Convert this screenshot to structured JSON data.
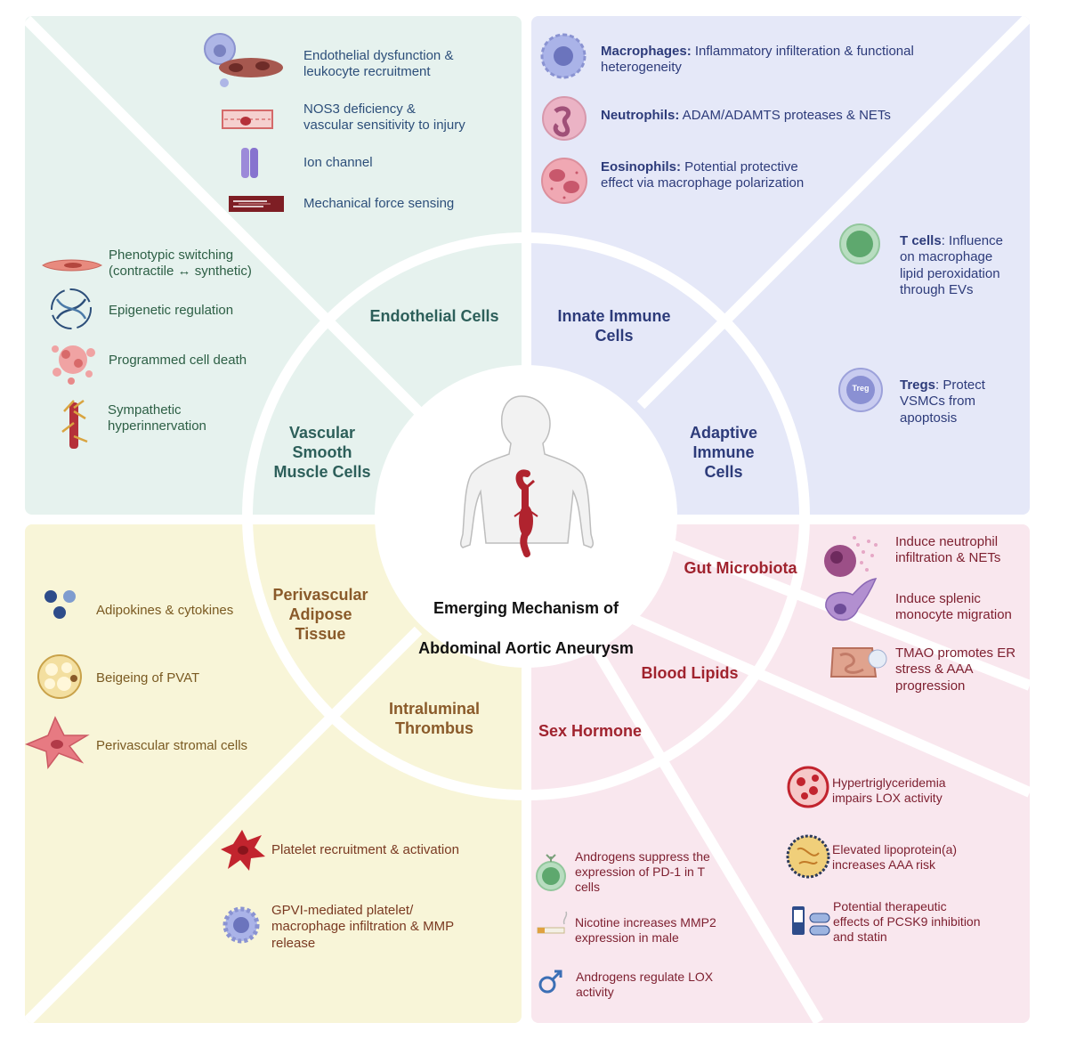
{
  "center": {
    "title_line1": "Emerging Mechanism of",
    "title_line2": "Abdominal Aortic Aneurysm"
  },
  "sections": {
    "endothelial": "Endothelial Cells",
    "innate": "Innate Immune\nCells",
    "adaptive": "Adaptive\nImmune\nCells",
    "vsmc": "Vascular\nSmooth\nMuscle Cells",
    "pvat": "Perivascular\nAdipose\nTissue",
    "thrombus": "Intraluminal\nThrombus",
    "gut": "Gut Microbiota",
    "lipids": "Blood Lipids",
    "sex": "Sex Hormone"
  },
  "endothelial_items": [
    "Endothelial dysfunction &\nleukocyte recruitment",
    "NOS3 deficiency &\nvascular sensitivity to injury",
    "Ion channel",
    "Mechanical force sensing"
  ],
  "innate_items": [
    {
      "bold": "Macrophages:",
      "text": " Inflammatory infilteration & functional\nheterogeneity"
    },
    {
      "bold": "Neutrophils:",
      "text": " ADAM/ADAMTS proteases & NETs"
    },
    {
      "bold": "Eosinophils:",
      "text": " Potential protective\neffect via macrophage polarization"
    }
  ],
  "adaptive_items": [
    {
      "bold": "T cells",
      "text": ": Influence\non  macrophage\nlipid peroxidation\nthrough EVs"
    },
    {
      "bold": "Tregs",
      "text": ":  Protect\nVSMCs from\napoptosis"
    }
  ],
  "treg_label": "Treg",
  "vsmc_items": [
    "Phenotypic switching\n(contractile ↔ synthetic)",
    "Epigenetic regulation",
    "Programmed cell death",
    "Sympathetic\nhyperinnervation"
  ],
  "pvat_items": [
    "Adipokines & cytokines",
    "Beigeing of PVAT",
    "Perivascular stromal cells"
  ],
  "thrombus_items": [
    "Platelet recruitment & activation",
    "GPVI-mediated platelet/\nmacrophage infiltration & MMP\nrelease"
  ],
  "gut_items": [
    "Induce neutrophil\ninfiltration & NETs",
    "Induce splenic\nmonocyte migration",
    "TMAO promotes ER\nstress & AAA\nprogression"
  ],
  "lipid_items": [
    "Hypertriglyceridemia\nimpairs LOX activity",
    "Elevated lipoprotein(a)\nincreases AAA risk",
    "Potential therapeutic\neffects of PCSK9 inhibition\nand statin"
  ],
  "sex_items": [
    "Androgens suppress the\nexpression of PD-1 in T\ncells",
    "Nicotine increases MMP2\nexpression in male",
    "Androgens regulate LOX\nactivity"
  ],
  "colors": {
    "teal_bg": "#e6f2ee",
    "blue_bg": "#e5e8f8",
    "yellow_bg": "#f8f5d8",
    "pink_bg": "#f9e7ee",
    "teal_text": "#2d5f5a",
    "blue_text": "#2d3b7a",
    "olive_text": "#7a5a22",
    "maroon_text": "#7e2030"
  },
  "icons": [
    "leukocyte-icon",
    "vessel-icon",
    "ion-channel-icon",
    "muscle-fiber-icon",
    "macrophage-icon",
    "neutrophil-icon",
    "eosinophil-icon",
    "t-cell-icon",
    "treg-icon",
    "smooth-muscle-cell-icon",
    "dna-icon",
    "apoptosis-icon",
    "nerve-icon",
    "cytokine-icon",
    "adipocyte-icon",
    "stromal-cell-icon",
    "platelet-icon",
    "gpvi-macrophage-icon",
    "bacteria-neutrophil-icon",
    "monocyte-icon",
    "intestine-icon",
    "red-blood-cell-icon",
    "lipoprotein-icon",
    "pill-icon",
    "androgen-t-cell-icon",
    "cigarette-icon",
    "male-symbol-icon",
    "human-torso-icon",
    "aorta-icon"
  ]
}
